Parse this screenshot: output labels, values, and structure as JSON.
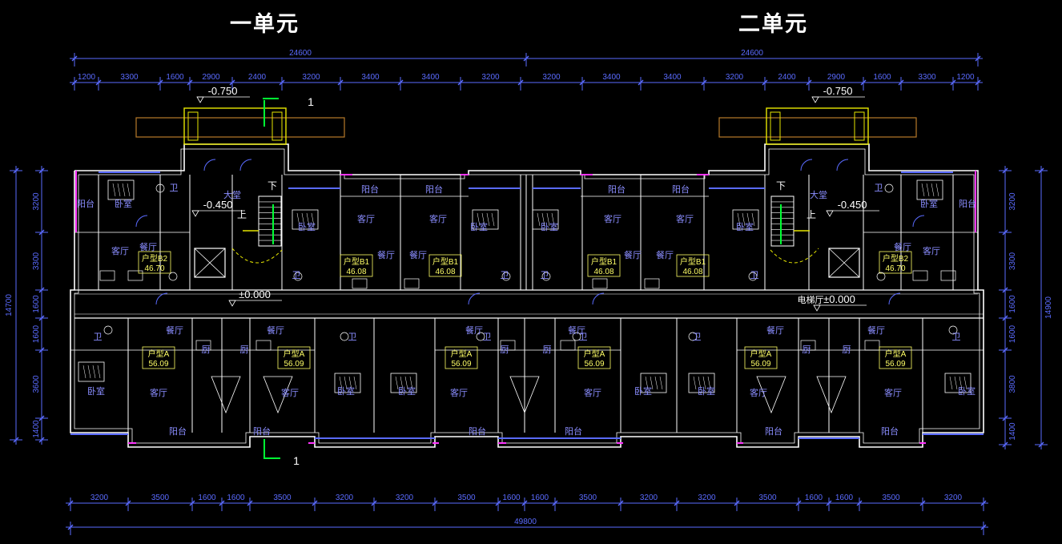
{
  "units": {
    "unit1_title": "一单元",
    "unit2_title": "二单元"
  },
  "colors": {
    "background": "#000000",
    "dimension": "#5a6bff",
    "wall": "#ffffff",
    "room_text": "#8a8dff",
    "type_label": "#ffff66",
    "elevation_text": "#ffffff",
    "accent_yellow": "#e6e600",
    "accent_green": "#00ff33",
    "accent_magenta": "#ff33ff",
    "awning": "#b87a2a"
  },
  "dims": {
    "top_overall": [
      "24600",
      "24600"
    ],
    "top_segments": [
      "1200",
      "3300",
      "1600",
      "2900",
      "2400",
      "3200",
      "3400",
      "3400",
      "3200",
      "3200",
      "3400",
      "3400",
      "3200",
      "2400",
      "2900",
      "1600",
      "3300",
      "1200"
    ],
    "bottom_segments": [
      "3200",
      "3500",
      "1600",
      "1600",
      "3500",
      "3200",
      "3200",
      "3500",
      "1600",
      "1600",
      "3500",
      "3200",
      "3200",
      "3500",
      "1600",
      "1600",
      "3500",
      "3200"
    ],
    "bottom_overall": "49800",
    "left_segments": [
      "3200",
      "3300",
      "1600",
      "1600",
      "3600",
      "1400"
    ],
    "left_overall": "14700",
    "right_segments": [
      "3200",
      "3300",
      "1600",
      "1600",
      "3800",
      "1400"
    ],
    "right_overall": "14900"
  },
  "elevations": {
    "canopy_left": "-0.750",
    "canopy_right": "-0.750",
    "lobby_left": "-0.450",
    "lobby_right": "-0.450",
    "floor_left": "±0.000",
    "floor_right": "±0.000"
  },
  "section_mark": "1",
  "stairs": {
    "down": "下",
    "up": "上"
  },
  "rooms": {
    "lobby": "大堂",
    "elevator_hall": "电梯厅",
    "balcony": "阳台",
    "bedroom": "卧室",
    "living": "客厅",
    "dining": "餐厅",
    "kitchen": "厨",
    "bath": "卫"
  },
  "unit_types": [
    {
      "name": "户型B2",
      "area": "46.70"
    },
    {
      "name": "户型B1",
      "area": "46.08"
    },
    {
      "name": "户型A",
      "area": "56.09"
    }
  ]
}
